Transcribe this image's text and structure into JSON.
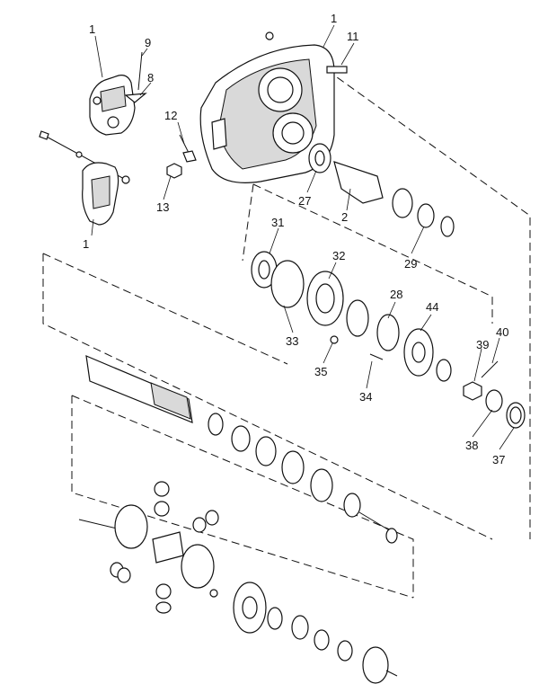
{
  "callouts": {
    "c1_top": "1",
    "c1_housing": "1",
    "c1_lower": "1",
    "c2": "2",
    "c8": "8",
    "c9": "9",
    "c11": "11",
    "c12": "12",
    "c13": "13",
    "c27": "27",
    "c28": "28",
    "c29": "29",
    "c31": "31",
    "c32": "32",
    "c33": "33",
    "c34": "34",
    "c35": "35",
    "c37": "37",
    "c38": "38",
    "c39": "39",
    "c40": "40",
    "c44": "44"
  }
}
